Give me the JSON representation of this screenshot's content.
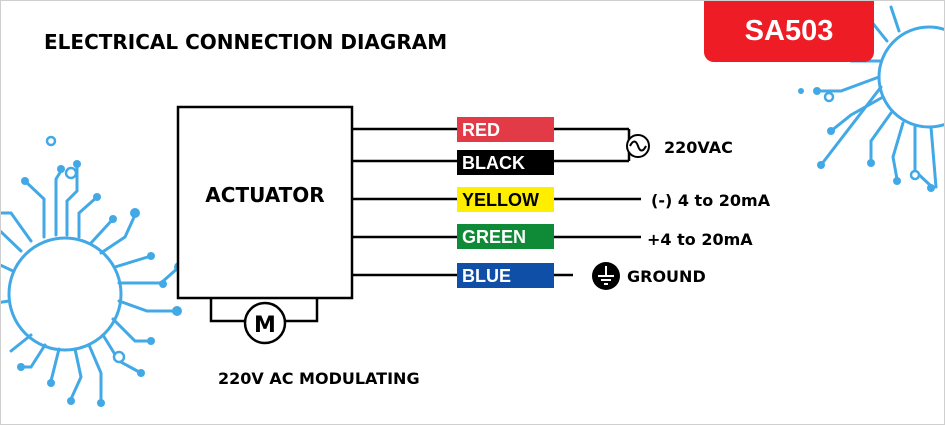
{
  "header": {
    "title": "ELECTRICAL CONNECTION DIAGRAM",
    "model_badge": "SA503"
  },
  "actuator": {
    "label": "ACTUATOR",
    "motor_symbol": "M"
  },
  "wires": [
    {
      "label": "RED",
      "color": "#e23a46",
      "text_color": "#ffffff"
    },
    {
      "label": "BLACK",
      "color": "#000000",
      "text_color": "#ffffff"
    },
    {
      "label": "YELLOW",
      "color": "#ffee00",
      "text_color": "#000000"
    },
    {
      "label": "GREEN",
      "color": "#0f8a36",
      "text_color": "#ffffff"
    },
    {
      "label": "BLUE",
      "color": "#0f4fa8",
      "text_color": "#ffffff"
    }
  ],
  "connections": {
    "supply": "220VAC",
    "signal_negative": "(-) 4 to 20mA",
    "signal_positive": "+4 to 20mA",
    "ground": "GROUND"
  },
  "footer": {
    "caption": "220V AC MODULATING"
  },
  "icons": [
    "ac-source-icon",
    "ground-icon",
    "motor-icon",
    "circuit-decoration-icon"
  ],
  "colors": {
    "badge": "#ee1c24",
    "circuit": "#42a9e6"
  }
}
